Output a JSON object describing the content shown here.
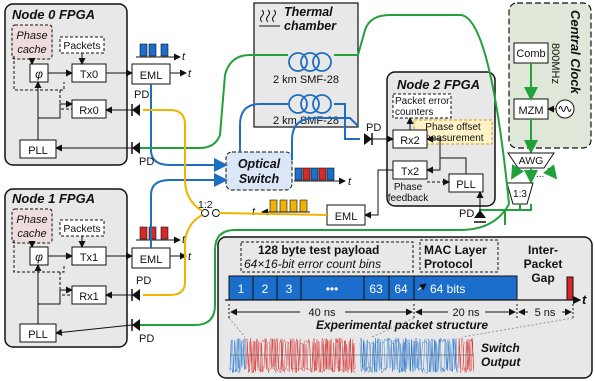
{
  "node0": {
    "title": "Node 0 FPGA",
    "phase_cache": [
      "Phase",
      "cache"
    ],
    "packets": "Packets",
    "phi": "φ",
    "tx": "Tx0",
    "rx": "Rx0",
    "pll": "PLL",
    "eml": "EML"
  },
  "node1": {
    "title": "Node 1 FPGA",
    "phase_cache": [
      "Phase",
      "cache"
    ],
    "packets": "Packets",
    "phi": "φ",
    "tx": "Tx1",
    "rx": "Rx1",
    "pll": "PLL",
    "eml": "EML"
  },
  "node2": {
    "title": "Node 2 FPGA",
    "counters": [
      "Packet error",
      "counters"
    ],
    "phase_offset": [
      "Phase offset",
      "measurement"
    ],
    "rx": "Rx2",
    "tx": "Tx2",
    "phase_feedback": [
      "Phase",
      "feedback"
    ],
    "pll": "PLL",
    "eml": "EML"
  },
  "thermal": {
    "title": [
      "Thermal",
      "chamber"
    ],
    "fiber1": "2 km SMF-28",
    "fiber2": "2 km SMF-28",
    "icon": "heat-waves-icon"
  },
  "central_clock": {
    "title": "Central Clock",
    "comb": "Comb",
    "freq": "800MHz",
    "mzm": "MZM"
  },
  "switch": {
    "label": [
      "Optical",
      "Switch"
    ]
  },
  "awg": "AWG",
  "awg_dots": "...",
  "splitter_1_3": "1:3",
  "splitter_1_2": "1:2",
  "pd": "PD",
  "t": "t",
  "packet_structure": {
    "payload_title": "128 byte test payload",
    "bins_label": "64×16-bit error count bins",
    "mac_label": [
      "MAC Layer",
      "Protocol"
    ],
    "gap_label": [
      "Inter-",
      "Packet",
      "Gap"
    ],
    "bins": [
      "1",
      "2",
      "3",
      "•••",
      "63",
      "64"
    ],
    "mac_bits": "64 bits",
    "dur_payload": "40 ns",
    "dur_mac": "20 ns",
    "dur_gap": "5 ns",
    "caption": "Experimental packet structure",
    "switch_output": [
      "Switch",
      "Output"
    ]
  },
  "colors": {
    "blue": "#1f6fc0",
    "green": "#22a03a",
    "yellow": "#f2b200",
    "red": "#d62828",
    "packet_blue": "#1b6ecb",
    "gray_panel": "#e8e8e8",
    "green_panel": "#dfe8d8",
    "phase_cache": "#efdcdc"
  }
}
